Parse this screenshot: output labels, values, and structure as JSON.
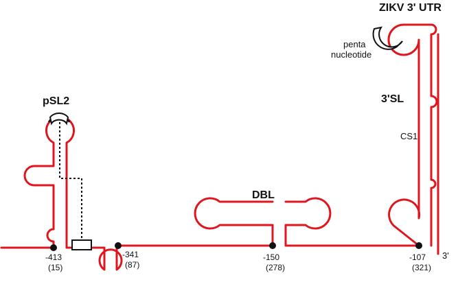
{
  "title": "ZIKV 3' UTR",
  "structures": {
    "pSL2": "pSL2",
    "DBL": "DBL",
    "SL3": "3'SL",
    "CS1": "CS1",
    "penta_line1": "penta",
    "penta_line2": "nucleotide"
  },
  "end_label": "3'",
  "positions": [
    {
      "pos": "-413",
      "rel": "(15)"
    },
    {
      "pos": "-341",
      "rel": "(87)"
    },
    {
      "pos": "-150",
      "rel": "(278)"
    },
    {
      "pos": "-107",
      "rel": "(321)"
    }
  ],
  "colors": {
    "rna": "#e0161f",
    "marker": "#111111"
  }
}
